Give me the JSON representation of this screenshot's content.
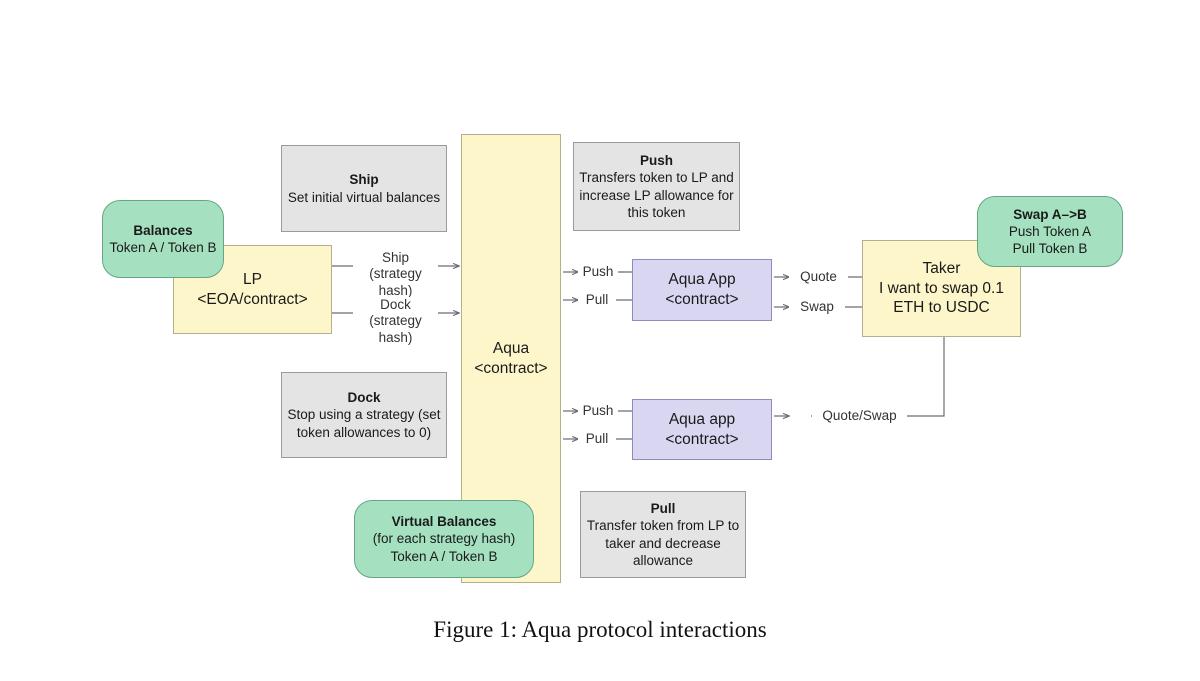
{
  "figure": {
    "caption": "Figure 1: Aqua protocol interactions"
  },
  "colors": {
    "yellow_fill": "#fdf6ca",
    "yellow_stroke": "#b5b08c",
    "gray_fill": "#e4e4e4",
    "gray_stroke": "#9a9a9a",
    "purple_fill": "#d9d6f2",
    "purple_stroke": "#8f8bbd",
    "green_fill": "#a5e1c0",
    "green_stroke": "#63a882",
    "wire": "#6b6b78",
    "background": "#ffffff"
  },
  "nodes": {
    "balances": {
      "title": "Balances",
      "line1": "Token A / Token B"
    },
    "lp": {
      "line1": "LP",
      "line2": "<EOA/contract>"
    },
    "ship_note": {
      "title": "Ship",
      "line1": "Set initial virtual balances"
    },
    "dock_note": {
      "title": "Dock",
      "line1": "Stop using a strategy (set",
      "line2": "token allowances to 0)"
    },
    "aqua": {
      "line1": "Aqua",
      "line2": "<contract>"
    },
    "push_note": {
      "title": "Push",
      "line1": "Transfers token to LP and",
      "line2": "increase LP allowance for",
      "line3": "this token"
    },
    "pull_note": {
      "title": "Pull",
      "line1": "Transfer token from LP to",
      "line2": "taker and decrease",
      "line3": "allowance"
    },
    "virtual_balances": {
      "title": "Virtual Balances",
      "line1": "(for each strategy hash)",
      "line2": "Token A / Token B"
    },
    "aqua_app_top": {
      "line1": "Aqua App",
      "line2": "<contract>"
    },
    "aqua_app_bottom": {
      "line1": "Aqua app",
      "line2": "<contract>"
    },
    "taker": {
      "line1": "Taker",
      "line2": "I want to swap 0.1",
      "line3": "ETH to USDC"
    },
    "swap_note": {
      "title": "Swap A–>B",
      "line1": "Push Token A",
      "line2": "Pull Token B"
    }
  },
  "edges": {
    "ship": "Ship\n(strategy hash)",
    "dock": "Dock\n(strategy hash)",
    "push_top": "Push",
    "pull_top": "Pull",
    "push_bottom": "Push",
    "pull_bottom": "Pull",
    "quote": "Quote",
    "swap": "Swap",
    "quote_swap": "Quote/Swap"
  }
}
